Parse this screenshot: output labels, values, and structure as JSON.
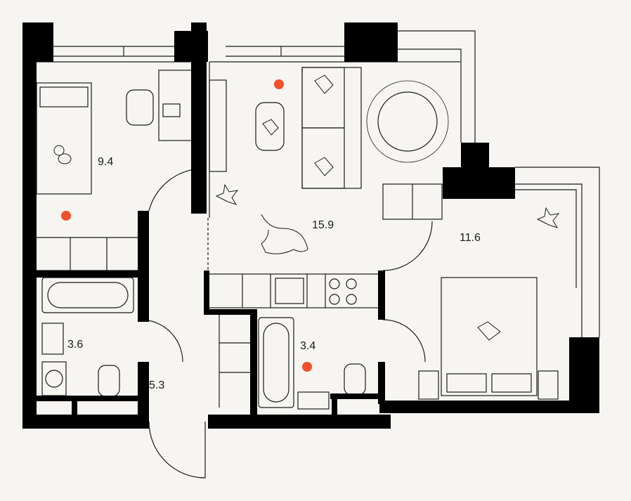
{
  "floor_plan": {
    "rooms": [
      {
        "id": "bedroom-small",
        "area": "9.4"
      },
      {
        "id": "living-kitchen",
        "area": "15.9"
      },
      {
        "id": "bedroom-large",
        "area": "11.6"
      },
      {
        "id": "bathroom-1",
        "area": "3.6"
      },
      {
        "id": "bathroom-2",
        "area": "3.4"
      },
      {
        "id": "hallway",
        "area": "5.3"
      }
    ],
    "colors": {
      "wall": "#000000",
      "line": "#1a1a1a",
      "background": "#f6f5f2",
      "marker": "#f0502a"
    },
    "markers": 3
  }
}
